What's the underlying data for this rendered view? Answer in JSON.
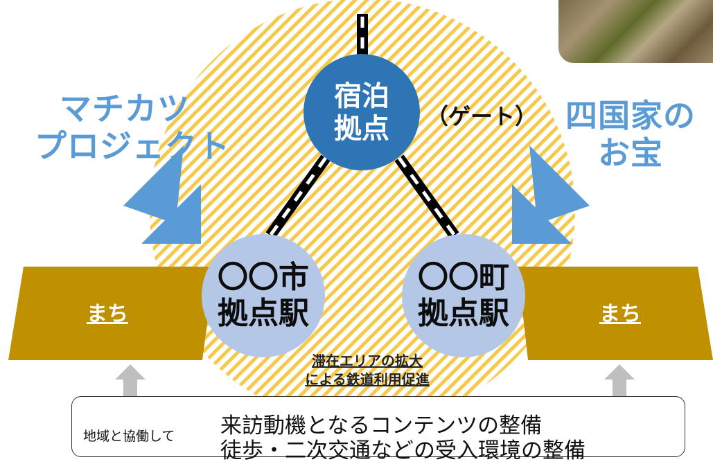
{
  "colors": {
    "hatch": "#f7c94a",
    "hub": "#2e75b6",
    "station": "#b4c7e7",
    "town": "#bf9000",
    "arrow_blue": "#5b9bd5",
    "arrow_gray": "#bfbfbf",
    "rail": "#000000"
  },
  "left_title": {
    "line1": "マチカツ",
    "line2": "プロジェクト"
  },
  "right_title": {
    "line1": "四国家の",
    "line2": "お宝"
  },
  "hub": {
    "line1": "宿泊",
    "line2": "拠点"
  },
  "gate_label": "（ゲート）",
  "station_left": {
    "line1": "〇〇市",
    "line2": "拠点駅"
  },
  "station_right": {
    "line1": "〇〇町",
    "line2": "拠点駅"
  },
  "town_left": "まち",
  "town_right": "まち",
  "promo": {
    "line1": "滞在エリアの拡大",
    "line2": "による鉄道利用促進"
  },
  "bottom": {
    "left": "地域と協働して",
    "line1": "来訪動機となるコンテンツの整備",
    "line2": "徒歩・二次交通などの受入環境の整備"
  },
  "photo_icon": "moss-rock-photo"
}
